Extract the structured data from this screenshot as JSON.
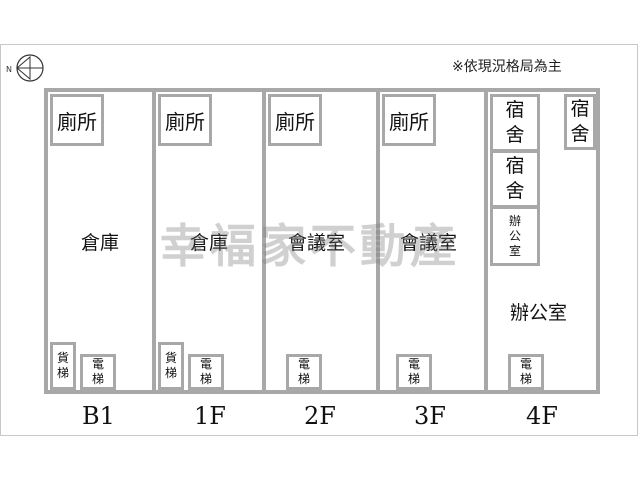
{
  "note": "※依現況格局為主",
  "compass_letter": "N",
  "watermark": "幸福家不動產",
  "floors": {
    "b1": {
      "label": "B1",
      "toilet": "廁所",
      "main": "倉庫",
      "freight": "貨\n梯",
      "elevator": "電\n梯"
    },
    "f1": {
      "label": "1F",
      "toilet": "廁所",
      "main": "倉庫",
      "freight": "貨\n梯",
      "elevator": "電\n梯"
    },
    "f2": {
      "label": "2F",
      "toilet": "廁所",
      "main": "會議室",
      "elevator": "電\n梯"
    },
    "f3": {
      "label": "3F",
      "toilet": "廁所",
      "main": "會議室",
      "elevator": "電\n梯"
    },
    "f4": {
      "label": "4F",
      "dorm1": "宿\n舍",
      "dorm2": "宿\n舍",
      "dorm3": "宿\n舍",
      "office_small": "辦\n公\n室",
      "office": "辦公室",
      "elevator": "電\n梯"
    }
  },
  "colors": {
    "wall": "#a8a8a8",
    "watermark": "#787878"
  }
}
